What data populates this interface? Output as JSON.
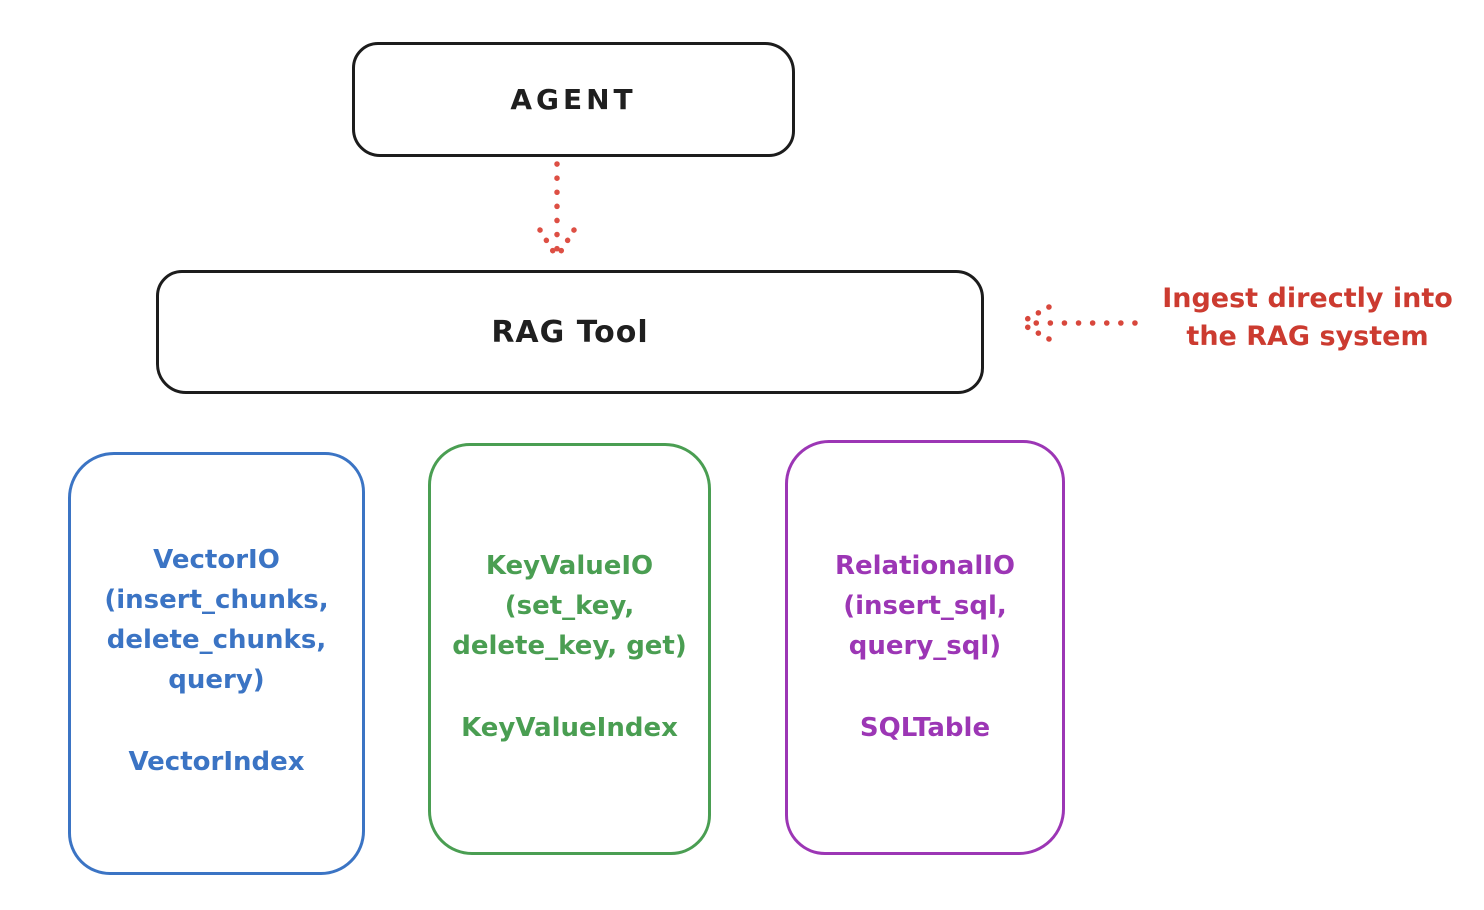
{
  "agent": {
    "label": "AGENT"
  },
  "rag": {
    "label": "RAG Tool"
  },
  "annotation": {
    "text": "Ingest directly into\nthe RAG system",
    "color": "#cc3b30"
  },
  "arrows": {
    "agent_to_rag": {
      "style": "dotted",
      "direction": "down",
      "color": "#dd4f44"
    },
    "ingest_pointer": {
      "style": "dotted",
      "direction": "left",
      "color": "#d8473c"
    }
  },
  "ink_color": "#1c1c1c",
  "backends": [
    {
      "io_label": "VectorIO\n(insert_chunks,\ndelete_chunks,\nquery)",
      "index_label": "VectorIndex",
      "color": "#3b74c4"
    },
    {
      "io_label": "KeyValueIO\n(set_key,\ndelete_key, get)",
      "index_label": "KeyValueIndex",
      "color": "#4a9e52"
    },
    {
      "io_label": "RelationalIO\n(insert_sql,\nquery_sql)",
      "index_label": "SQLTable",
      "color": "#9c36b5"
    }
  ]
}
